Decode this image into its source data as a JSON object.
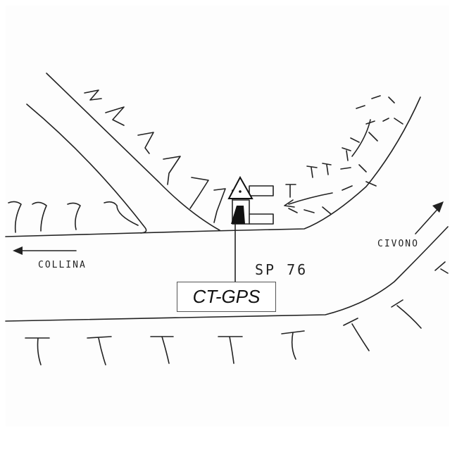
{
  "map": {
    "road_code": "SP 76",
    "direction_left": "COLLINA",
    "direction_right": "CIVONO",
    "station_label": "CT-GPS"
  },
  "colors": {
    "ink": "#222222",
    "paper": "#fdfdfd"
  },
  "icons": [
    "station-triangle-icon",
    "arrow-left-icon",
    "arrow-up-right-icon"
  ]
}
